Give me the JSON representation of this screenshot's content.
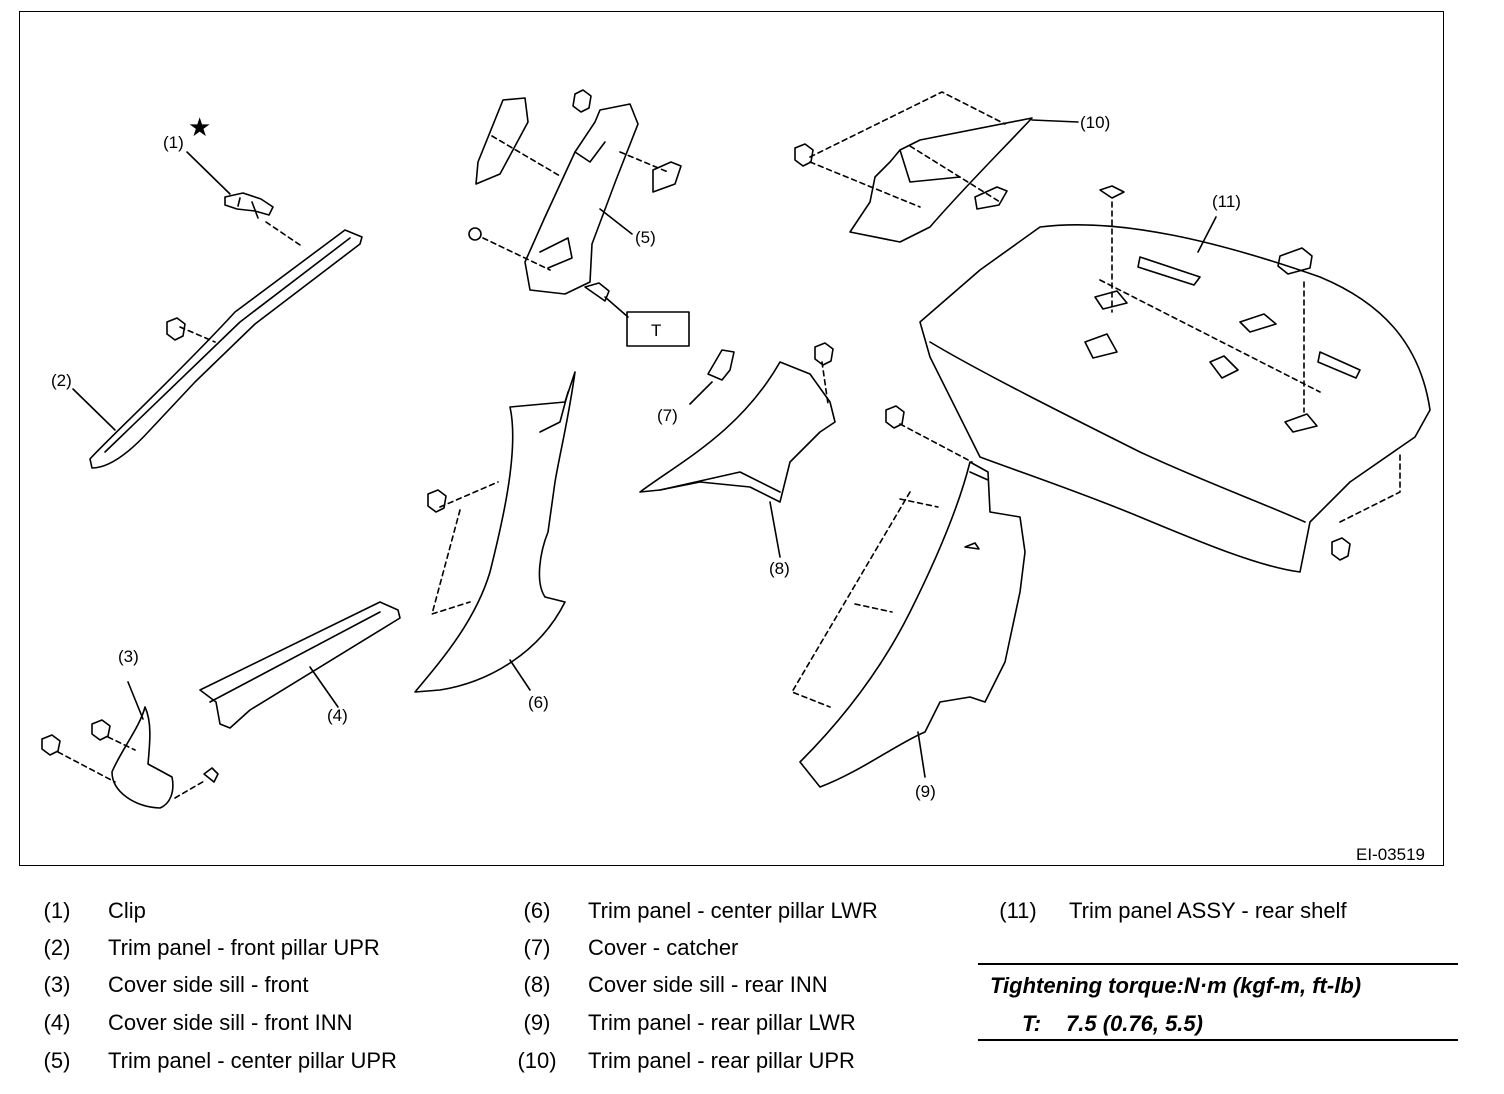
{
  "diagram": {
    "code": "EI-03519",
    "callouts": [
      {
        "id": "1",
        "text": "(1)"
      },
      {
        "id": "2",
        "text": "(2)"
      },
      {
        "id": "3",
        "text": "(3)"
      },
      {
        "id": "4",
        "text": "(4)"
      },
      {
        "id": "5",
        "text": "(5)"
      },
      {
        "id": "6",
        "text": "(6)"
      },
      {
        "id": "7",
        "text": "(7)"
      },
      {
        "id": "8",
        "text": "(8)"
      },
      {
        "id": "9",
        "text": "(9)"
      },
      {
        "id": "10",
        "text": "(10)"
      },
      {
        "id": "11",
        "text": "(11)"
      }
    ],
    "torque_tag": "T",
    "star_symbol": "★"
  },
  "legend": [
    {
      "num": "(1)",
      "text": "Clip"
    },
    {
      "num": "(2)",
      "text": "Trim panel - front pillar UPR"
    },
    {
      "num": "(3)",
      "text": "Cover side sill - front"
    },
    {
      "num": "(4)",
      "text": "Cover side sill - front INN"
    },
    {
      "num": "(5)",
      "text": "Trim panel - center pillar UPR"
    },
    {
      "num": "(6)",
      "text": "Trim panel - center pillar LWR"
    },
    {
      "num": "(7)",
      "text": "Cover - catcher"
    },
    {
      "num": "(8)",
      "text": "Cover side sill - rear INN"
    },
    {
      "num": "(9)",
      "text": "Trim panel - rear pillar LWR"
    },
    {
      "num": "(10)",
      "text": "Trim panel - rear pillar UPR"
    },
    {
      "num": "(11)",
      "text": "Trim panel ASSY - rear shelf"
    }
  ],
  "torque": {
    "title": "Tightening torque:N·m (kgf-m, ft-lb)",
    "symbol": "T:",
    "value": "7.5 (0.76, 5.5)"
  }
}
